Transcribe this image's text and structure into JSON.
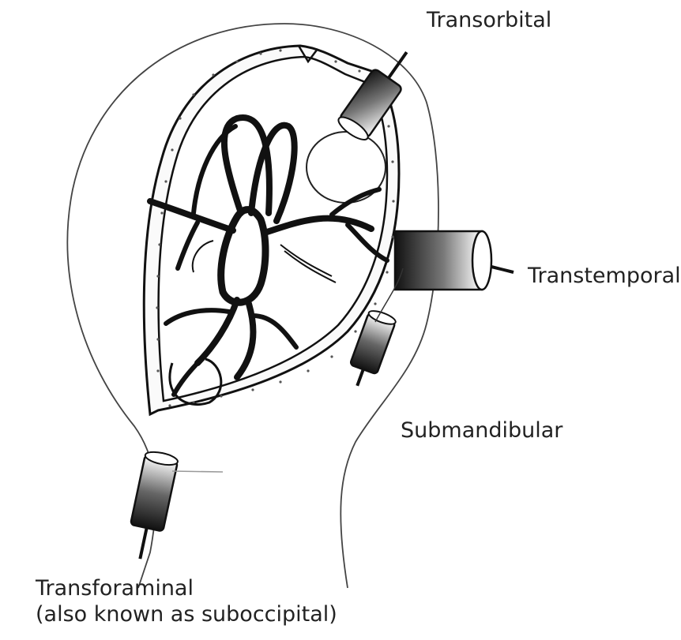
{
  "diagram": {
    "labels": {
      "transorbital": "Transorbital",
      "transtemporal": "Transtemporal",
      "submandibular": "Submandibular",
      "transforaminal_line1": "Transforaminal",
      "transforaminal_line2": "(also known as suboccipital)"
    },
    "colors": {
      "ink": "#111111",
      "outline": "#333333",
      "background": "#ffffff"
    }
  }
}
